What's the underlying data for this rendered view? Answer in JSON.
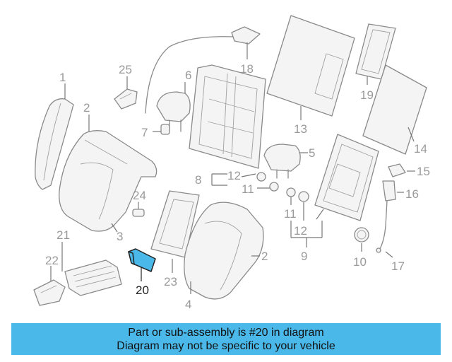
{
  "diagram": {
    "callouts": {
      "c1": "1",
      "c2a": "2",
      "c2b": "2",
      "c3": "3",
      "c4": "4",
      "c5": "5",
      "c6": "6",
      "c7": "7",
      "c8": "8",
      "c9": "9",
      "c10": "10",
      "c11a": "11",
      "c11b": "11",
      "c12a": "12",
      "c12b": "12",
      "c13": "13",
      "c14": "14",
      "c15": "15",
      "c16": "16",
      "c17": "17",
      "c18": "18",
      "c19": "19",
      "c20": "20",
      "c21": "21",
      "c22": "22",
      "c23": "23",
      "c24": "24",
      "c25": "25"
    },
    "highlight": {
      "part": "20",
      "color": "#4ab9ea"
    }
  },
  "banner": {
    "line1": "Part or sub-assembly is #20 in diagram",
    "line2": "Diagram may not be specific to your vehicle",
    "color": "#4ab9ea"
  }
}
